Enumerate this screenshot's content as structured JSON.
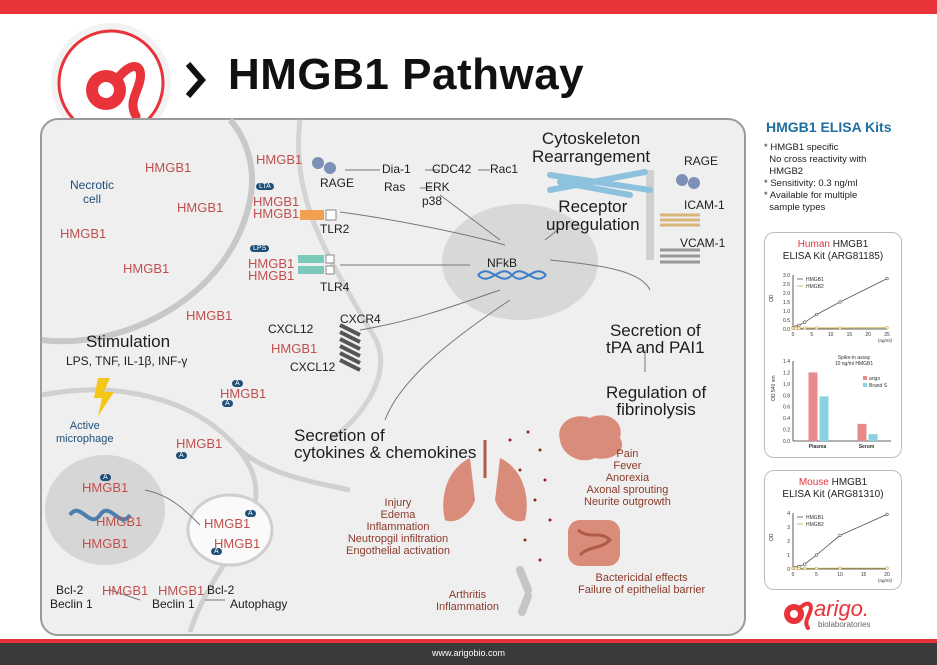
{
  "header": {
    "title": "HMGB1 Pathway"
  },
  "footer": {
    "url": "www.arigobio.com"
  },
  "brand": {
    "name": "arigo.",
    "sub": "biolaboratories",
    "accent": "#e8333a"
  },
  "diagram": {
    "necrotic_cell": "Necrotic\ncell",
    "hmgb1": "HMGB1",
    "receptors": {
      "rage": "RAGE",
      "tlr2": "TLR2",
      "tlr4": "TLR4",
      "cxcr4": "CXCR4",
      "cxcl12": "CXCL12",
      "lta": "LTA",
      "lps": "LPS"
    },
    "signaling": {
      "dia1": "Dia-1",
      "ras": "Ras",
      "cdc42": "CDC42",
      "rac1": "Rac1",
      "erk": "ERK",
      "p38": "p38",
      "nfkb": "NFkB"
    },
    "cytoskeleton": "Cytoskeleton\nRearrangement",
    "receptor_up": "Receptor\nupregulation",
    "icam": "ICAM-1",
    "vcam": "VCAM-1",
    "secretion_tpa": "Secretion of\ntPA and PAI1",
    "regulation": "Regulation of\nfibrinolysis",
    "stimulation_title": "Stimulation",
    "stimulation_list": "LPS, TNF, IL-1β, INF-γ",
    "active_macrophage": "Active\nmicrophage",
    "secretion_cyto": "Secretion of\ncytokines & chemokines",
    "brain_effects": "Pain\nFever\nAnorexia\nAxonal sprouting\nNeurite outgrowth",
    "lung_effects": "Injury\nEdema\nInflammation\nNeutropgil infiltration\nEngothelial activation",
    "gut_effects": "Bactericidal effects\nFailure of epithelial barrier",
    "joint_effects": "Arthritis\nInflammation",
    "bcl2": "Bcl-2",
    "beclin": "Beclin 1",
    "autophagy": "Autophagy",
    "acetyl": "A"
  },
  "sidebar": {
    "title": "HMGB1 ELISA Kits",
    "features": [
      "* HMGB1 specific",
      "  No cross reactivity with",
      "  HMGB2",
      "* Sensitivity: 0.3 ng/ml",
      "* Available for multiple",
      "  sample types"
    ],
    "human_kit": {
      "species": "Human",
      "name": " HMGB1",
      "line2": "ELISA Kit (ARG81185)"
    },
    "mouse_kit": {
      "species": "Mouse",
      "name": " HMGB1",
      "line2": "ELISA Kit (ARG81310)"
    }
  },
  "chart_data": [
    {
      "type": "line",
      "x": [
        0,
        0.39,
        0.78,
        1.56,
        3.125,
        6.25,
        12.5,
        25
      ],
      "series": [
        {
          "name": "HMGB1",
          "values": [
            0.05,
            0.08,
            0.12,
            0.2,
            0.38,
            0.8,
            1.5,
            2.8
          ]
        },
        {
          "name": "HMGB2",
          "values": [
            0.05,
            0.05,
            0.05,
            0.05,
            0.06,
            0.06,
            0.06,
            0.07
          ]
        }
      ],
      "xlabel": "(ng/ml)",
      "ylabel": "OD",
      "xticks": [
        "0",
        "5",
        "10",
        "15",
        "20",
        "25"
      ],
      "yticks": [
        "0.0",
        "0.5",
        "1.0",
        "1.5",
        "2.0",
        "2.5",
        "3.0"
      ],
      "xlim": [
        0,
        25
      ],
      "ylim": [
        0,
        3
      ],
      "colors": {
        "HMGB1": "#555555",
        "HMGB2": "#c9a93a"
      }
    },
    {
      "type": "bar",
      "title": "Spike-in assay\n10 ng/ml HMGB1",
      "categories": [
        "Plasma",
        "Serum"
      ],
      "series": [
        {
          "name": "arigo",
          "values": [
            1.2,
            0.3
          ]
        },
        {
          "name": "Brand S",
          "values": [
            0.78,
            0.12
          ]
        }
      ],
      "ylabel": "OD 540 nm",
      "yticks": [
        "0.0",
        "0.2",
        "0.4",
        "0.6",
        "0.8",
        "1.0",
        "1.2",
        "1.4"
      ],
      "ylim": [
        0,
        1.4
      ],
      "colors": {
        "arigo": "#e88a8a",
        "Brand S": "#8ad0e0"
      }
    },
    {
      "type": "line",
      "x": [
        0,
        0.31,
        0.63,
        1.25,
        2.5,
        5,
        10,
        20
      ],
      "series": [
        {
          "name": "HMGB1",
          "values": [
            0.05,
            0.07,
            0.1,
            0.18,
            0.35,
            1.0,
            2.4,
            3.9
          ]
        },
        {
          "name": "HMGB2",
          "values": [
            0.05,
            0.05,
            0.05,
            0.05,
            0.05,
            0.05,
            0.06,
            0.06
          ]
        }
      ],
      "xlabel": "(ng/ml)",
      "ylabel": "OD",
      "xticks": [
        "0",
        "5",
        "10",
        "15",
        "20"
      ],
      "yticks": [
        "0",
        "1",
        "2",
        "3",
        "4"
      ],
      "xlim": [
        0,
        20
      ],
      "ylim": [
        0,
        4
      ],
      "colors": {
        "HMGB1": "#555555",
        "HMGB2": "#c9a93a"
      }
    }
  ]
}
